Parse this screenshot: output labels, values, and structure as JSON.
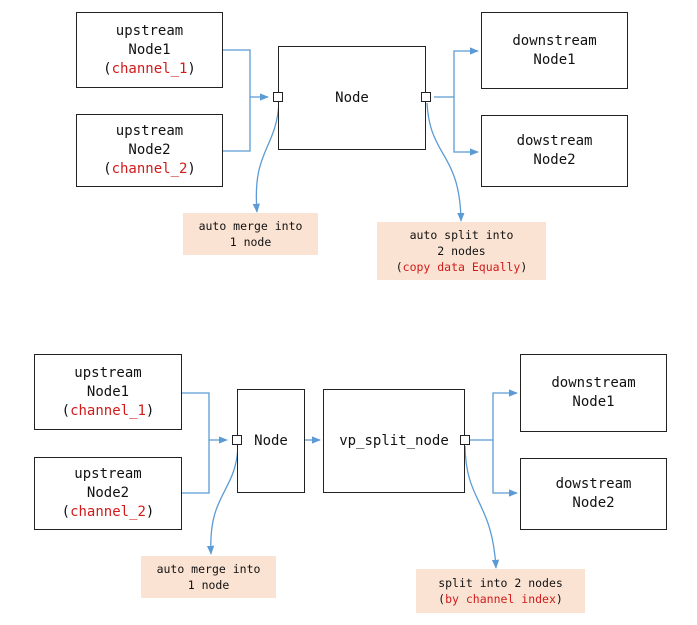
{
  "top": {
    "upstream1": {
      "line1": "upstream",
      "line2": "Node1",
      "open": "(",
      "channel": "channel_1",
      "close": ")"
    },
    "upstream2": {
      "line1": "upstream",
      "line2": "Node2",
      "open": "(",
      "channel": "channel_2",
      "close": ")"
    },
    "node": "Node",
    "downstream1": {
      "line1": "downstream",
      "line2": "Node1"
    },
    "downstream2": {
      "line1": "dowstream",
      "line2": "Node2"
    },
    "merge_note": {
      "line1": "auto merge into",
      "line2": "1 node"
    },
    "split_note": {
      "line1": "auto split into",
      "line2": "2 nodes",
      "open": "(",
      "detail": "copy data Equally",
      "close": ")"
    }
  },
  "bottom": {
    "upstream1": {
      "line1": "upstream",
      "line2": "Node1",
      "open": "(",
      "channel": "channel_1",
      "close": ")"
    },
    "upstream2": {
      "line1": "upstream",
      "line2": "Node2",
      "open": "(",
      "channel": "channel_2",
      "close": ")"
    },
    "node": "Node",
    "split_node": "vp_split_node",
    "downstream1": {
      "line1": "downstream",
      "line2": "Node1"
    },
    "downstream2": {
      "line1": "dowstream",
      "line2": "Node2"
    },
    "merge_note": {
      "line1": "auto merge into",
      "line2": "1 node"
    },
    "split_note": {
      "line1": "split into 2 nodes",
      "open": "(",
      "detail": "by channel index",
      "close": ")"
    }
  },
  "colors": {
    "connector": "#5b9bd5",
    "note_bg": "#fbe3d3",
    "highlight": "#d11a1a"
  }
}
